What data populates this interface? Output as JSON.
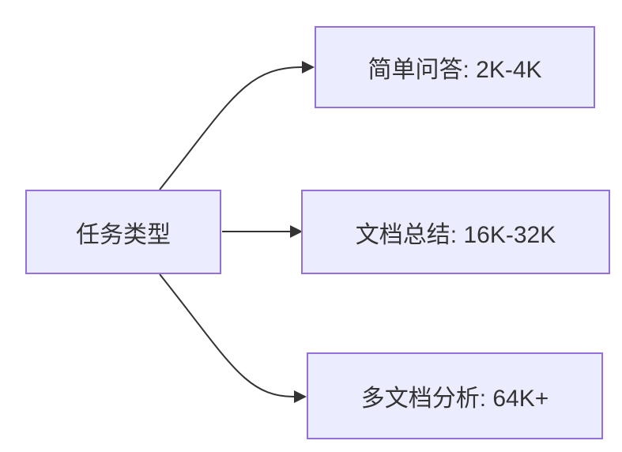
{
  "diagram": {
    "type": "flowchart",
    "direction": "left-to-right",
    "nodes": {
      "root": {
        "id": "task-type",
        "label": "任务类型"
      },
      "children": [
        {
          "id": "simple-qa",
          "label": "简单问答: 2K-4K"
        },
        {
          "id": "doc-summary",
          "label": "文档总结: 16K-32K"
        },
        {
          "id": "multi-doc-analysis",
          "label": "多文档分析: 64K+"
        }
      ]
    },
    "edges": [
      {
        "from": "task-type",
        "to": "simple-qa"
      },
      {
        "from": "task-type",
        "to": "doc-summary"
      },
      {
        "from": "task-type",
        "to": "multi-doc-analysis"
      }
    ],
    "colors": {
      "background": "#FFFFFF",
      "node_fill": "#ECECFF",
      "node_border": "#9370DB",
      "edge_line": "#333333",
      "text": "#333333"
    }
  }
}
